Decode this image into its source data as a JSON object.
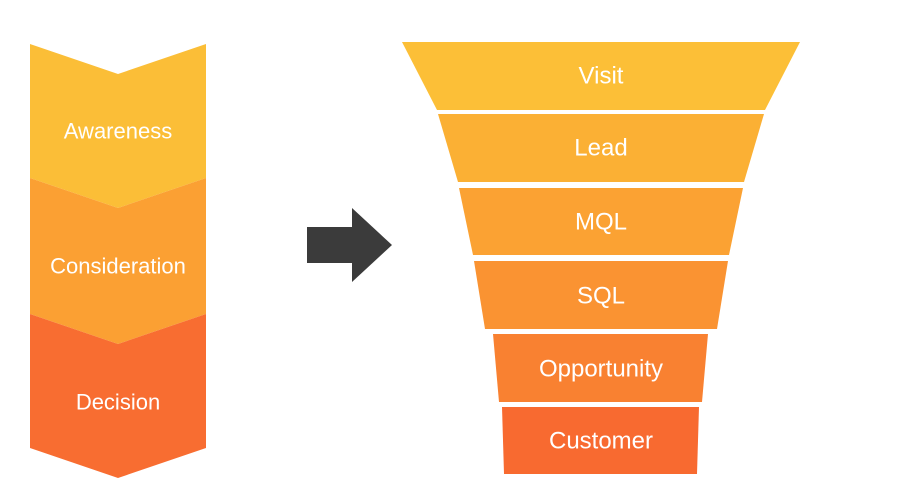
{
  "stages": [
    {
      "label": "Awareness",
      "color": "#FBBE37"
    },
    {
      "label": "Consideration",
      "color": "#FBA033"
    },
    {
      "label": "Decision",
      "color": "#F86D31"
    }
  ],
  "arrow": {
    "icon": "right-arrow-icon",
    "color": "#3B3B3B"
  },
  "funnel": [
    {
      "label": "Visit",
      "color": "#FCBF37"
    },
    {
      "label": "Lead",
      "color": "#FBB034"
    },
    {
      "label": "MQL",
      "color": "#FBA233"
    },
    {
      "label": "SQL",
      "color": "#FA9332"
    },
    {
      "label": "Opportunity",
      "color": "#F98131"
    },
    {
      "label": "Customer",
      "color": "#F86A30"
    }
  ]
}
